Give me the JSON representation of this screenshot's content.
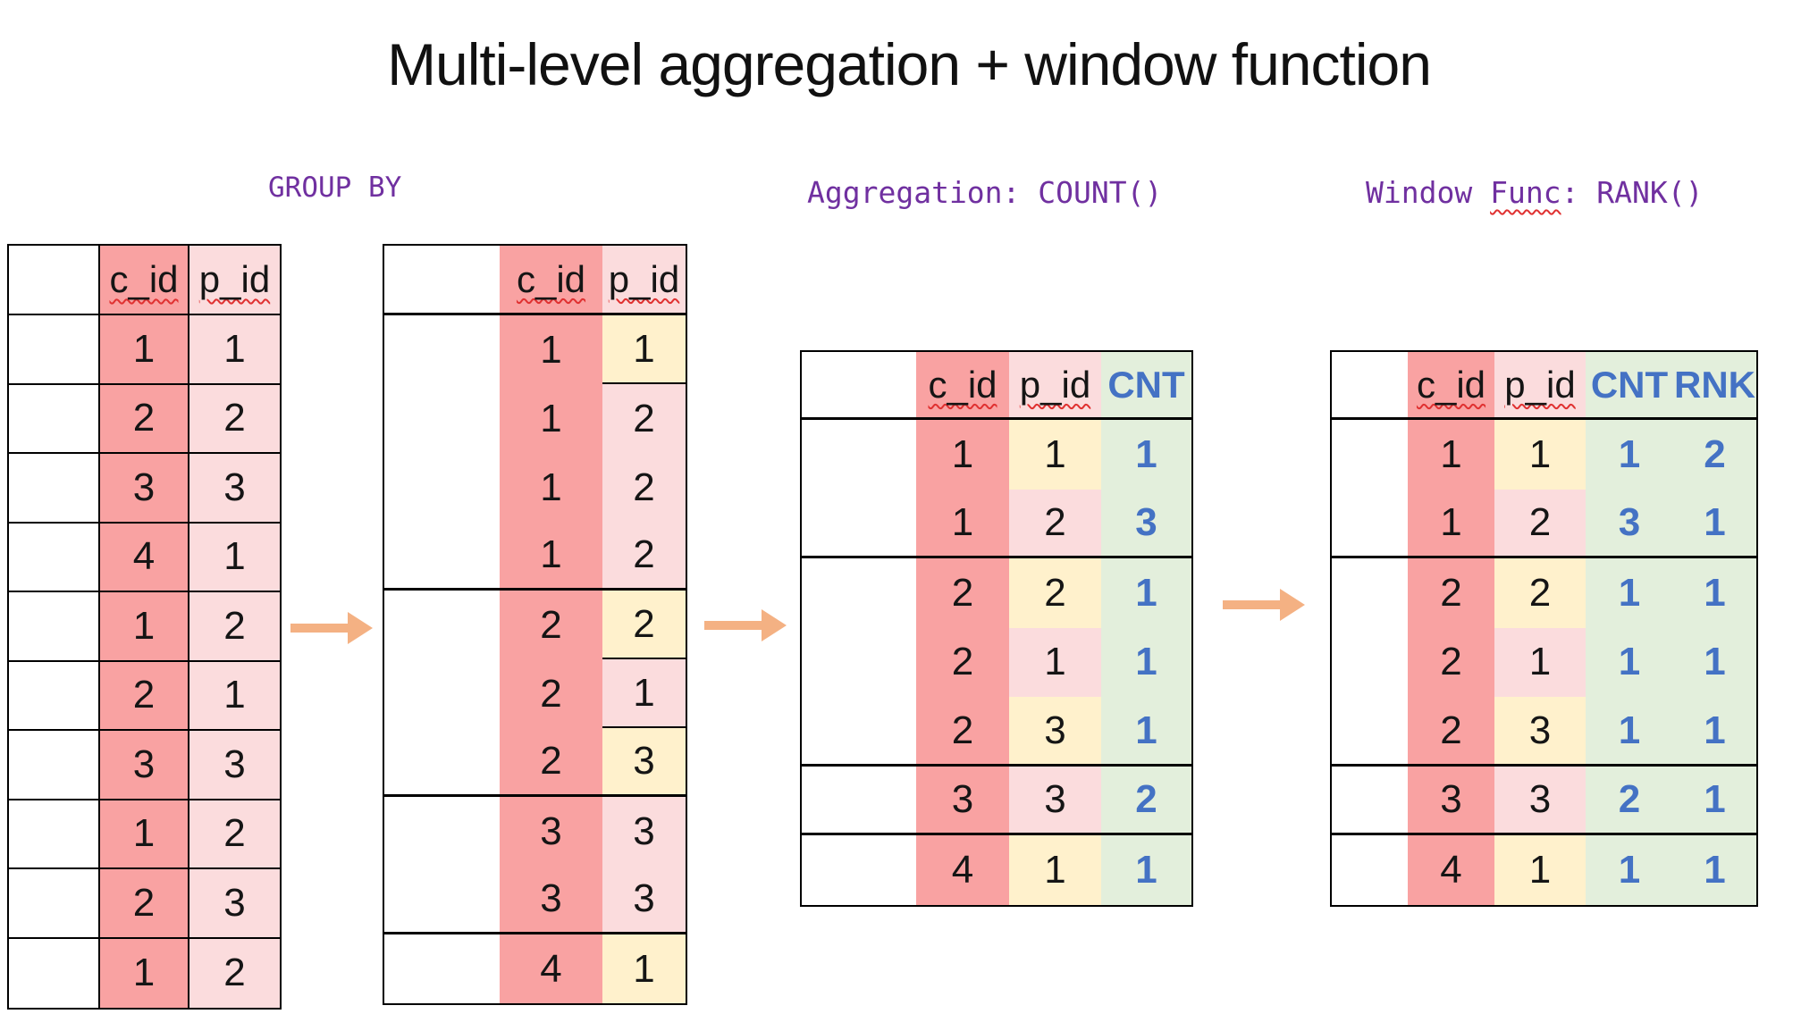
{
  "title": "Multi-level aggregation + window function",
  "labels": {
    "group_by": "GROUP BY",
    "aggregation": "Aggregation: COUNT()",
    "window_part1": "Window ",
    "window_part2": "Func",
    "window_part3": ": RANK()"
  },
  "colors": {
    "c_id_column": "#F9A2A2",
    "p_id_pink": "#FBDCDD",
    "p_id_yellow": "#FFF1CC",
    "count_green": "#E3EFDC",
    "accent_blue": "#4472C4",
    "label_purple": "#7030A0",
    "arrow_orange": "#F4B183"
  },
  "raw_table": {
    "headers": [
      "c_id",
      "p_id"
    ],
    "rows": [
      [
        "1",
        "1"
      ],
      [
        "2",
        "2"
      ],
      [
        "3",
        "3"
      ],
      [
        "4",
        "1"
      ],
      [
        "1",
        "2"
      ],
      [
        "2",
        "1"
      ],
      [
        "3",
        "3"
      ],
      [
        "1",
        "2"
      ],
      [
        "2",
        "3"
      ],
      [
        "1",
        "2"
      ]
    ]
  },
  "grouped_table": {
    "headers": [
      "c_id",
      "p_id"
    ],
    "rows": [
      [
        "1",
        "1"
      ],
      [
        "1",
        "2"
      ],
      [
        "1",
        "2"
      ],
      [
        "1",
        "2"
      ],
      [
        "2",
        "2"
      ],
      [
        "2",
        "1"
      ],
      [
        "2",
        "3"
      ],
      [
        "3",
        "3"
      ],
      [
        "3",
        "3"
      ],
      [
        "4",
        "1"
      ]
    ]
  },
  "aggregated_table": {
    "headers": [
      "c_id",
      "p_id",
      "CNT"
    ],
    "rows": [
      [
        "1",
        "1",
        "1"
      ],
      [
        "1",
        "2",
        "3"
      ],
      [
        "2",
        "2",
        "1"
      ],
      [
        "2",
        "1",
        "1"
      ],
      [
        "2",
        "3",
        "1"
      ],
      [
        "3",
        "3",
        "2"
      ],
      [
        "4",
        "1",
        "1"
      ]
    ]
  },
  "windowed_table": {
    "headers": [
      "c_id",
      "p_id",
      "CNT",
      "RNK"
    ],
    "rows": [
      [
        "1",
        "1",
        "1",
        "2"
      ],
      [
        "1",
        "2",
        "3",
        "1"
      ],
      [
        "2",
        "2",
        "1",
        "1"
      ],
      [
        "2",
        "1",
        "1",
        "1"
      ],
      [
        "2",
        "3",
        "1",
        "1"
      ],
      [
        "3",
        "3",
        "2",
        "1"
      ],
      [
        "4",
        "1",
        "1",
        "1"
      ]
    ]
  }
}
